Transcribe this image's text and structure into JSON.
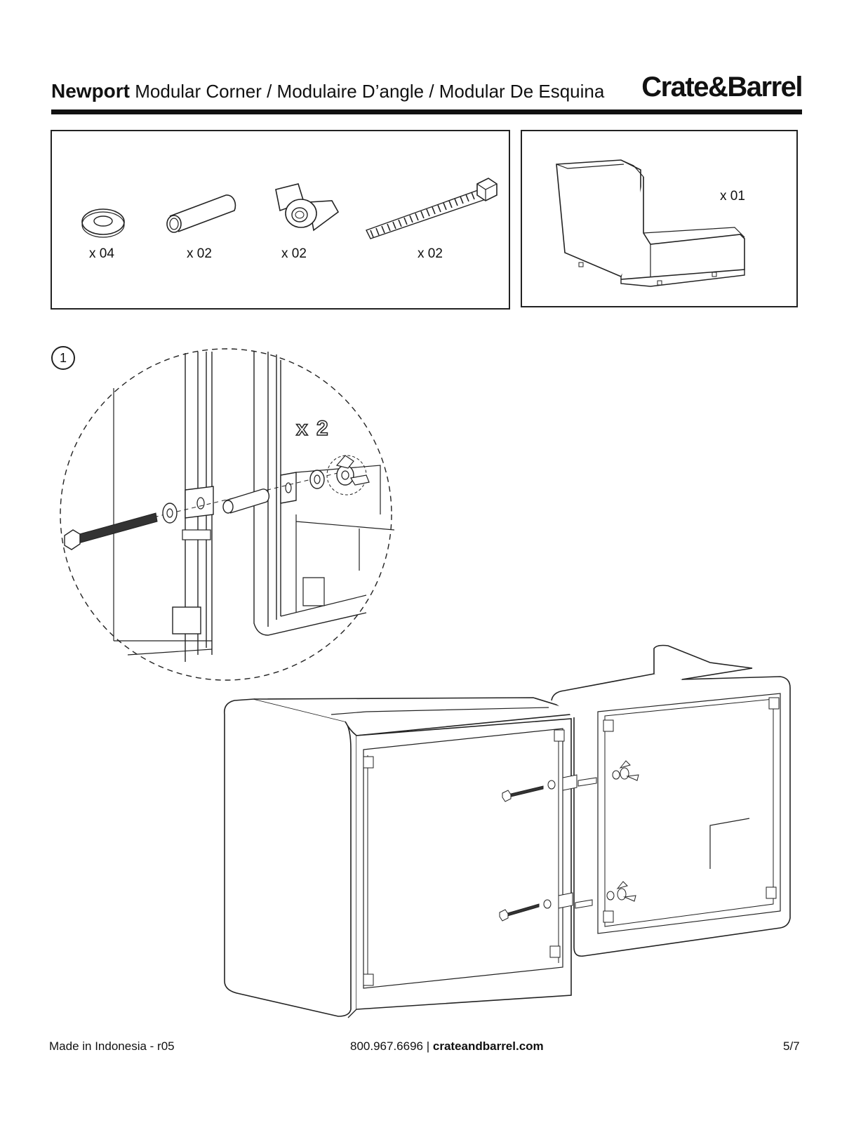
{
  "header": {
    "product": "Newport",
    "subtitle": "Modular Corner / Modulaire D’angle / Modular De Esquina",
    "brand": "Crate&Barrel"
  },
  "hardware": [
    {
      "icon": "washer-icon",
      "qty": "x 04"
    },
    {
      "icon": "spacer-tube-icon",
      "qty": "x 02"
    },
    {
      "icon": "wing-nut-icon",
      "qty": "x 02"
    },
    {
      "icon": "bolt-icon",
      "qty": "x 02"
    }
  ],
  "component": {
    "icon": "corner-module-icon",
    "qty": "x 01"
  },
  "step": {
    "number": "1",
    "multiplier": "x 2"
  },
  "footer": {
    "made_in": "Made in Indonesia - r05",
    "phone": "800.967.6696 |",
    "website": "crateandbarrel.com",
    "page": "5/7"
  }
}
